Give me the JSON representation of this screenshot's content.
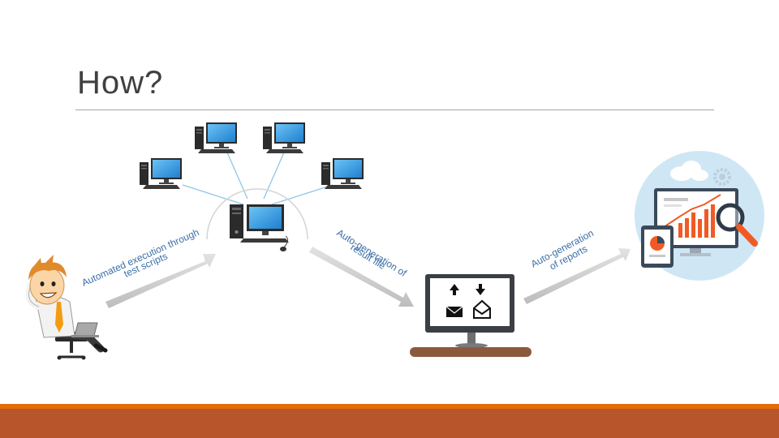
{
  "slide": {
    "title": "How?"
  },
  "diagram": {
    "labels": {
      "execution_line1": "Automated execution through",
      "execution_line2": "test scripts",
      "result_line1": "Auto-generation of",
      "result_line2": "result file",
      "reports_line1": "Auto-generation",
      "reports_line2": "of reports"
    },
    "icons": [
      "tester-person-icon",
      "client-computer-icon",
      "server-computer-icon",
      "result-monitor-icon",
      "upload-arrow-icon",
      "download-arrow-icon",
      "envelope-icon",
      "open-envelope-icon",
      "reports-dashboard-icon",
      "magnifier-icon",
      "cloud-icon",
      "gear-icon"
    ]
  },
  "colors": {
    "title": "#404040",
    "rule": "#a6a6a6",
    "footer_line": "#e36c0a",
    "footer_band": "#b8552a",
    "label_text": "#3a6ea5",
    "arrow": "#c9c9c9",
    "screen_blue": "#2f8fd8",
    "report_bg": "#cfe6f5",
    "chart_orange": "#f15a24"
  }
}
